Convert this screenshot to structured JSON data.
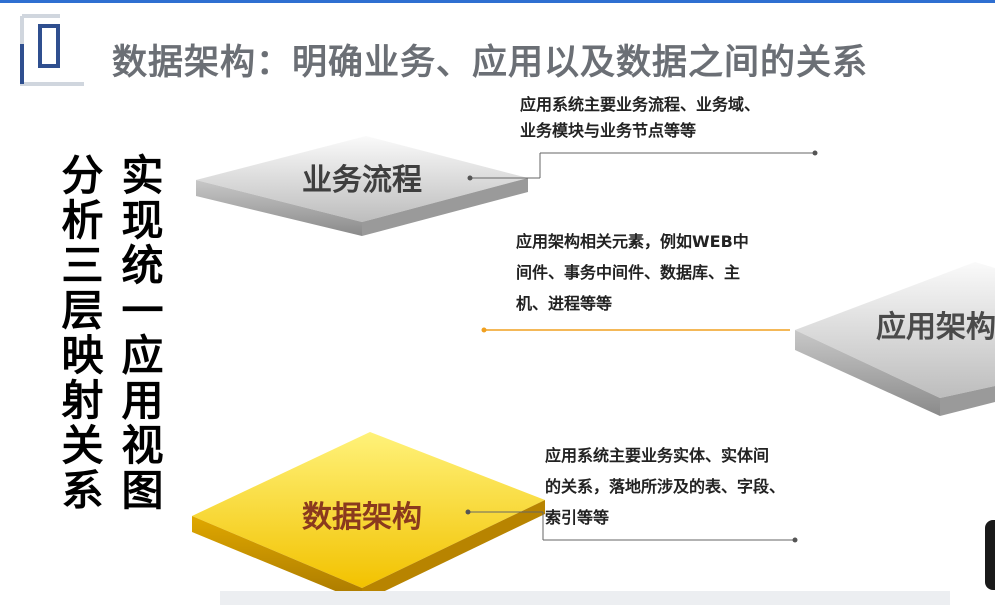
{
  "title": "数据架构：明确业务、应用以及数据之间的关系",
  "left_column_text": "分析三层映射关系",
  "right_column_text": "实现统一应用视图",
  "layers": [
    {
      "label": "业务流程",
      "description_lines": [
        "应用系统主要业务流程、业务域、",
        "业务模块与业务节点等等"
      ]
    },
    {
      "label": "应用架构",
      "description_lines": [
        "应用架构相关元素，例如WEB中",
        "间件、事务中间件、数据库、主",
        "机、进程等等"
      ]
    },
    {
      "label": "数据架构",
      "description_lines": [
        "应用系统主要业务实体、实体间",
        "的关系，落地所涉及的表、字段、",
        "索引等等"
      ]
    }
  ],
  "colors": {
    "title": "#6b6f75",
    "accent_blue": "#2f6fd1",
    "business_text": "#3f3f3f",
    "data_text": "#8a3a1e",
    "connector_orange": "#f0a020"
  }
}
